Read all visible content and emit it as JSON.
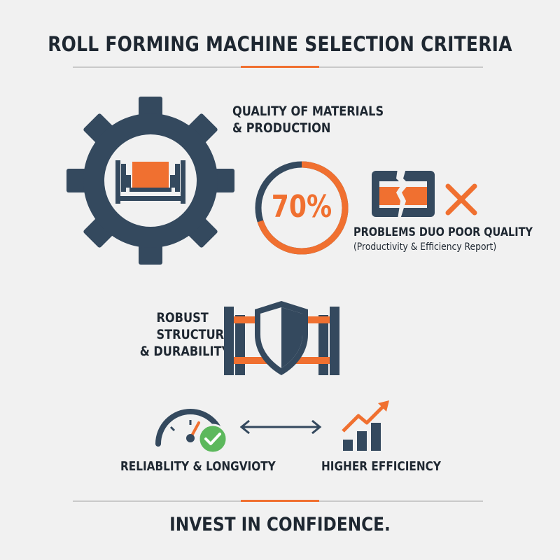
{
  "title": "ROLL FORMING MACHINE SELECTION CRITERIA",
  "quality": {
    "line1": "QUALITY OF MATERIALS",
    "line2": "& PRODUCTION"
  },
  "stat": {
    "percent_label": "70%",
    "percent_value": 70,
    "caption": "PROBLEMS DUO POOR QUALITY",
    "source": "(Productivity & Efficiency Report)"
  },
  "structure": {
    "line1": "ROBUST",
    "line2": "STRUCTURE",
    "line3": "& DURABILITY"
  },
  "reliability_label": "RELIABLITY & LONGVIOTY",
  "efficiency_label": "HIGHER EFFICIENCY",
  "footer": "INVEST IN CONFIDENCE.",
  "colors": {
    "navy": "#34495e",
    "orange": "#f07030",
    "green": "#5cb85c",
    "background": "#f1f1f1"
  },
  "icons": [
    "gear-machine-icon",
    "donut-chart",
    "broken-part-icon",
    "x-mark-icon",
    "shield-frame-icon",
    "speedometer-icon",
    "check-badge-icon",
    "double-arrow-icon",
    "growth-chart-icon"
  ]
}
